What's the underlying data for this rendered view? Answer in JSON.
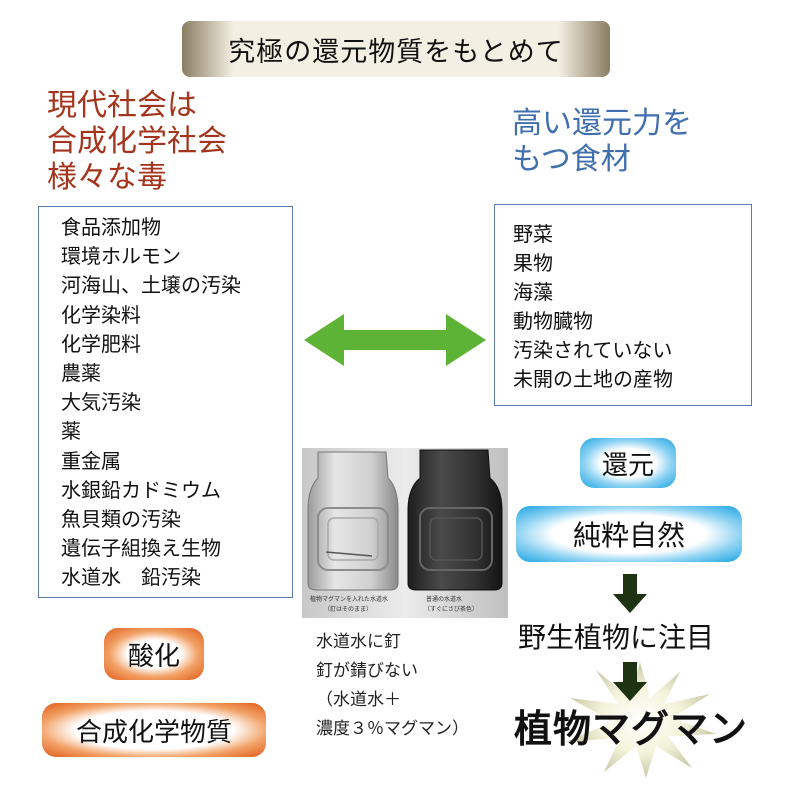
{
  "title": "究極の還元物質をもとめて",
  "left_heading": [
    "現代社会は",
    "合成化学社会",
    "様々な毒"
  ],
  "left_items": [
    "食品添加物",
    "環境ホルモン",
    "河海山、土壌の汚染",
    "化学染料",
    "化学肥料",
    "農薬",
    "大気汚染",
    "薬",
    "重金属",
    "水銀鉛カドミウム",
    "魚貝類の汚染",
    "遺伝子組換え生物",
    "水道水　鉛汚染"
  ],
  "right_heading": [
    "高い還元力を",
    "もつ食材"
  ],
  "right_items": [
    "野菜",
    "果物",
    "海藻",
    "動物臓物",
    "汚染されていない",
    "未開の土地の産物"
  ],
  "oxidation_label": "酸化",
  "synthetic_label": "合成化学物質",
  "reduction_label": "還元",
  "pure_nature_label": "純粋自然",
  "wild_plants_label": "野生植物に注目",
  "product_label": "植物マグマン",
  "caption": [
    "水道水に釘",
    "釘が錆びない",
    "（水道水＋",
    "濃度３％マグマン）"
  ],
  "photo": {
    "left_label": "植物マグマンを入れた水道水",
    "left_sublabel": "（釘はそのまま）",
    "right_label": "普通の水道水",
    "right_sublabel": "（すぐにさび茶色）"
  },
  "colors": {
    "red_heading": "#a5341c",
    "blue_heading": "#3f6fae",
    "box_border": "#5b7bb0",
    "arrow_green": "#5cb335",
    "down_arrow": "#1e3312",
    "orange_glow": "#e05a18",
    "blue_glow": "#1aa3e2"
  }
}
